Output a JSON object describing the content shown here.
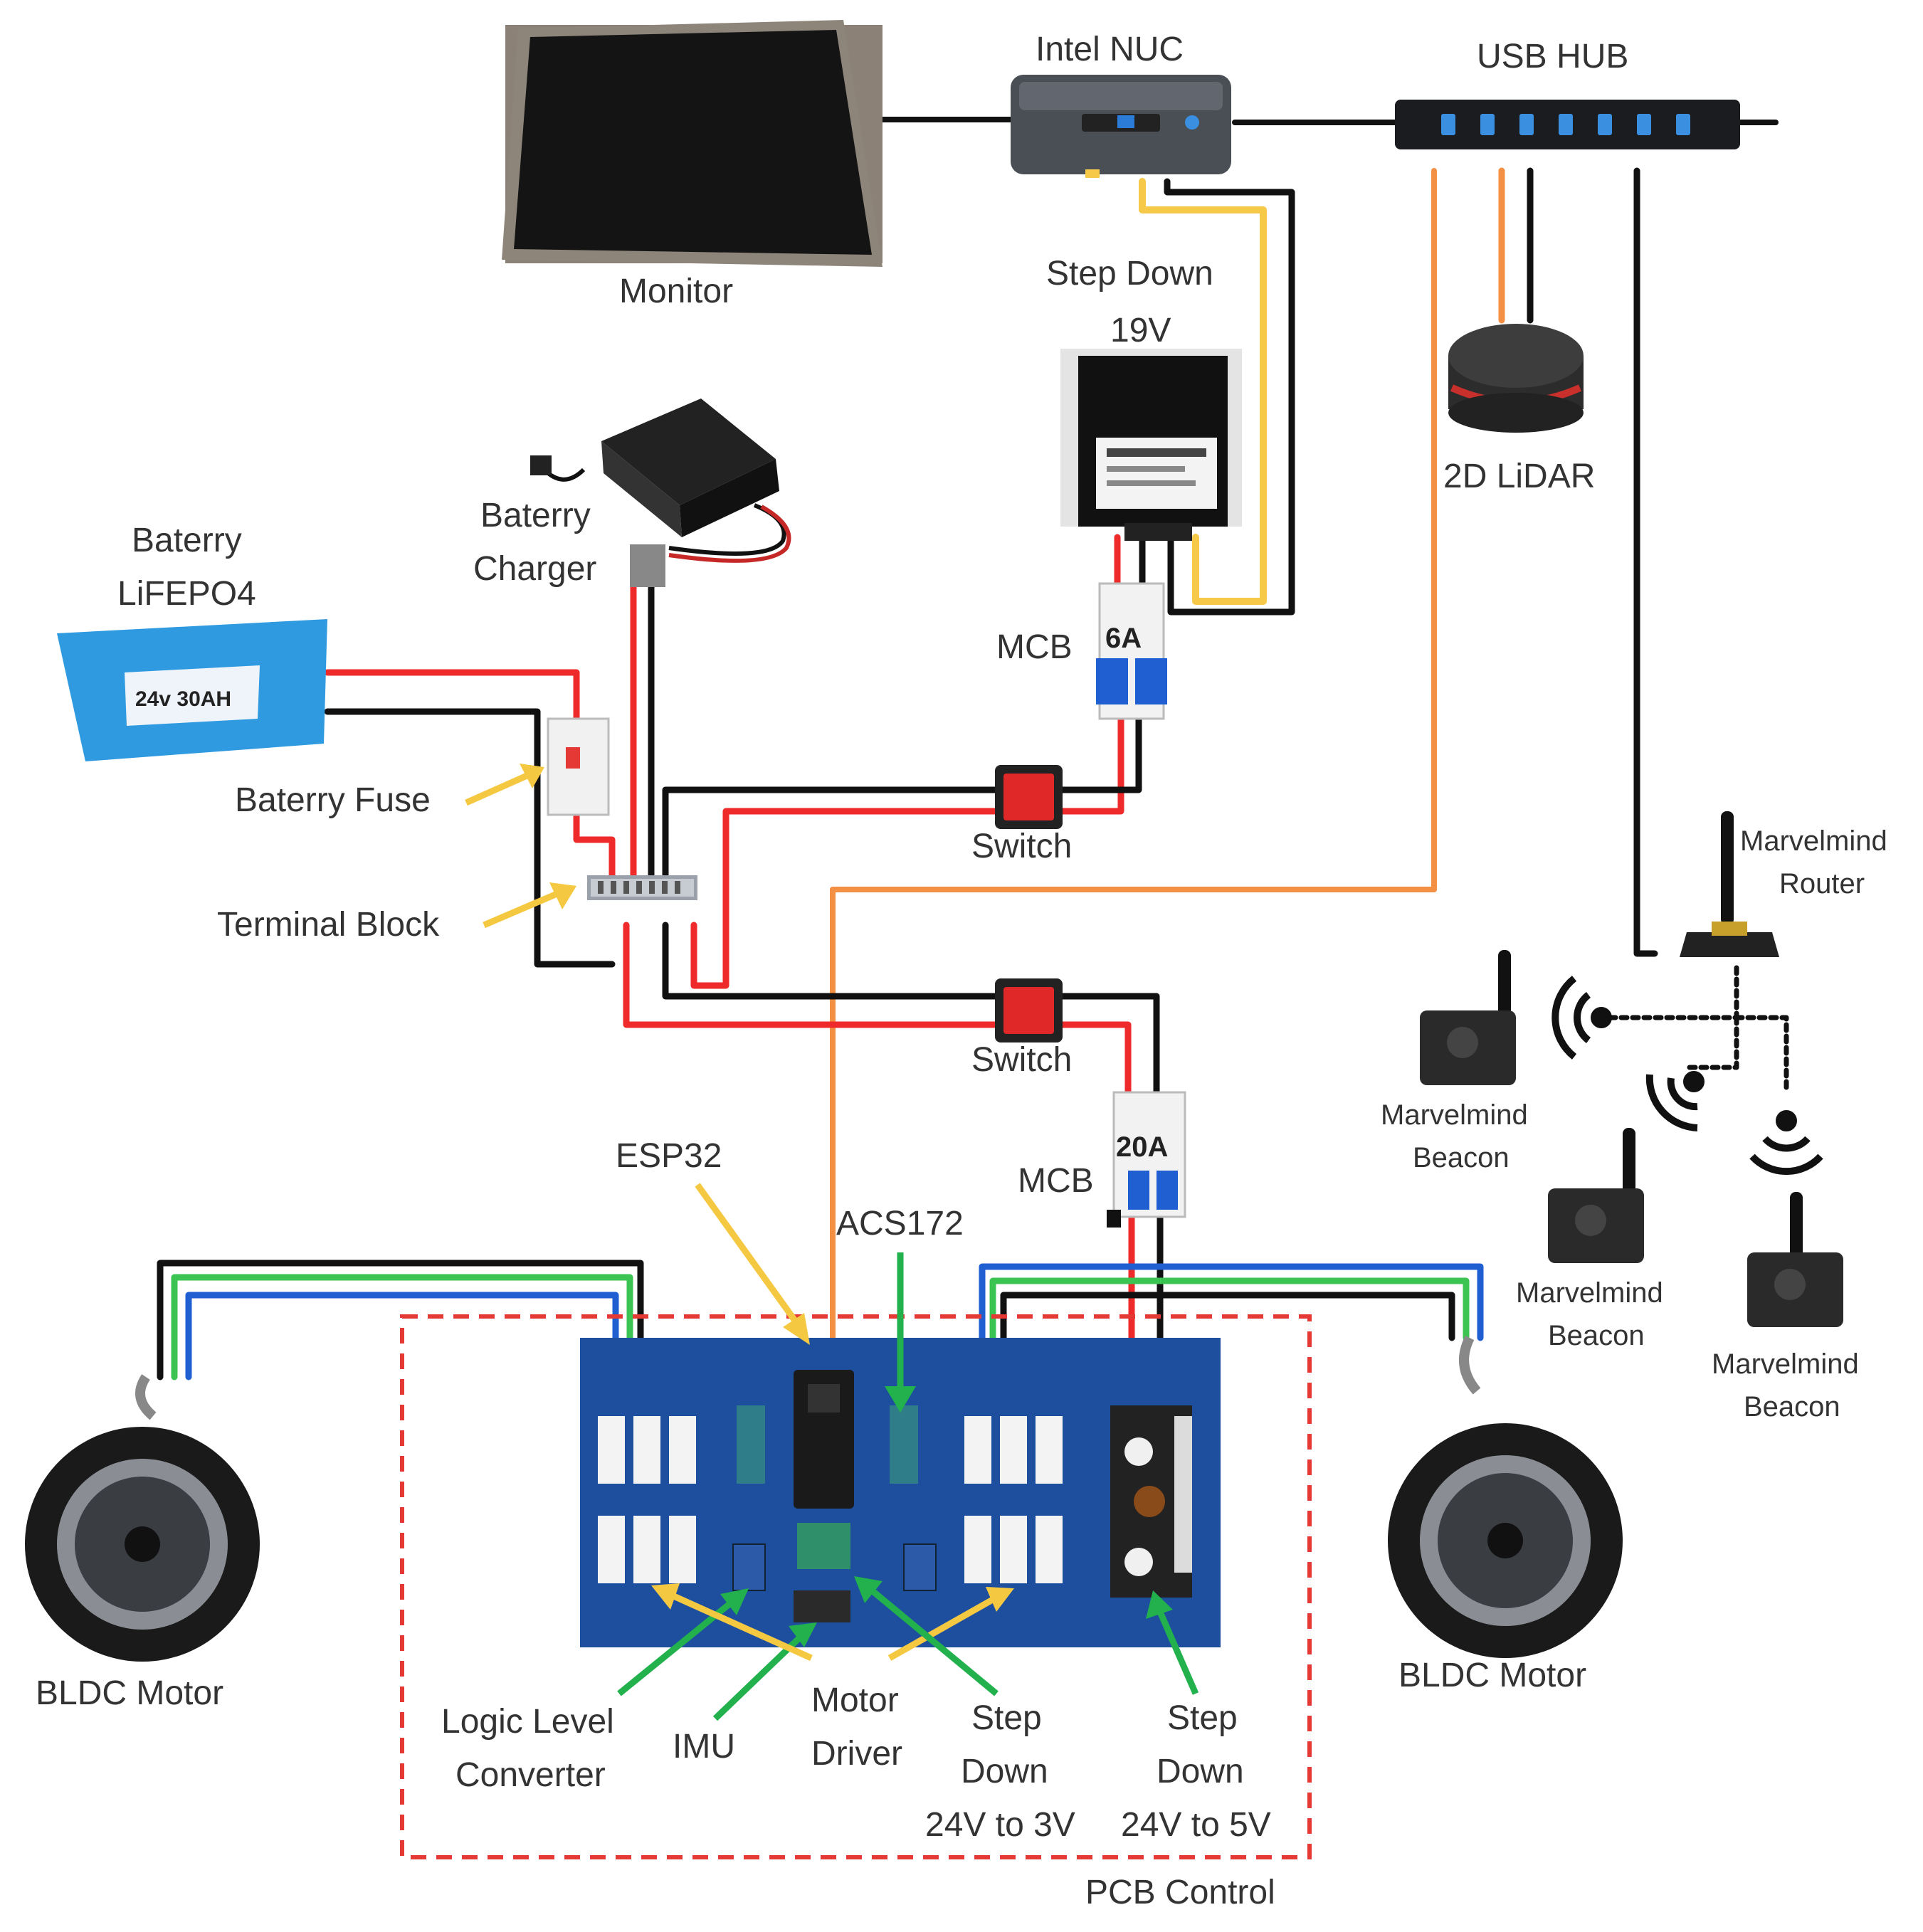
{
  "colors": {
    "red_wire": "#ee2a2a",
    "black_wire": "#111111",
    "yellow_wire": "#f7c948",
    "orange_wire": "#f39044",
    "green_wire": "#3cc453",
    "blue_wire": "#1f5fd1",
    "pcb": "#1d4f9e",
    "pcb_outline": "#e53935",
    "callout_yellow": "#f5c842",
    "callout_green": "#22b14c",
    "battery": "#2f9ae0"
  },
  "labels": {
    "monitor": "Monitor",
    "intel_nuc": "Intel NUC",
    "usb_hub": "USB HUB",
    "step_down_19v_l1": "Step Down",
    "step_down_19v_l2": "19V",
    "lidar": "2D LiDAR",
    "battery_charger_l1": "Baterry",
    "battery_charger_l2": "Charger",
    "battery_l1": "Baterry",
    "battery_l2": "LiFEPO4",
    "battery_text": "24v 30AH",
    "mcb_top": "MCB",
    "mcb_top_rating": "6A",
    "battery_fuse": "Baterry Fuse",
    "switch_top": "Switch",
    "terminal_block": "Terminal Block",
    "switch_bottom": "Switch",
    "mcb_bottom": "MCB",
    "mcb_bottom_rating": "20A",
    "esp32": "ESP32",
    "acs172": "ACS172",
    "bldc_left": "BLDC Motor",
    "bldc_right": "BLDC Motor",
    "marvelmind_router_l1": "Marvelmind",
    "marvelmind_router_l2": "Router",
    "beacon1_l1": "Marvelmind",
    "beacon1_l2": "Beacon",
    "beacon2_l1": "Marvelmind",
    "beacon2_l2": "Beacon",
    "beacon3_l1": "Marvelmind",
    "beacon3_l2": "Beacon",
    "logic_level_l1": "Logic Level",
    "logic_level_l2": "Converter",
    "imu": "IMU",
    "motor_driver_l1": "Motor",
    "motor_driver_l2": "Driver",
    "step_down_3v_l1": "Step",
    "step_down_3v_l2": "Down",
    "step_down_3v_l3": "24V to 3V",
    "step_down_5v_l1": "Step",
    "step_down_5v_l2": "Down",
    "step_down_5v_l3": "24V to 5V",
    "pcb_control": "PCB Control"
  }
}
